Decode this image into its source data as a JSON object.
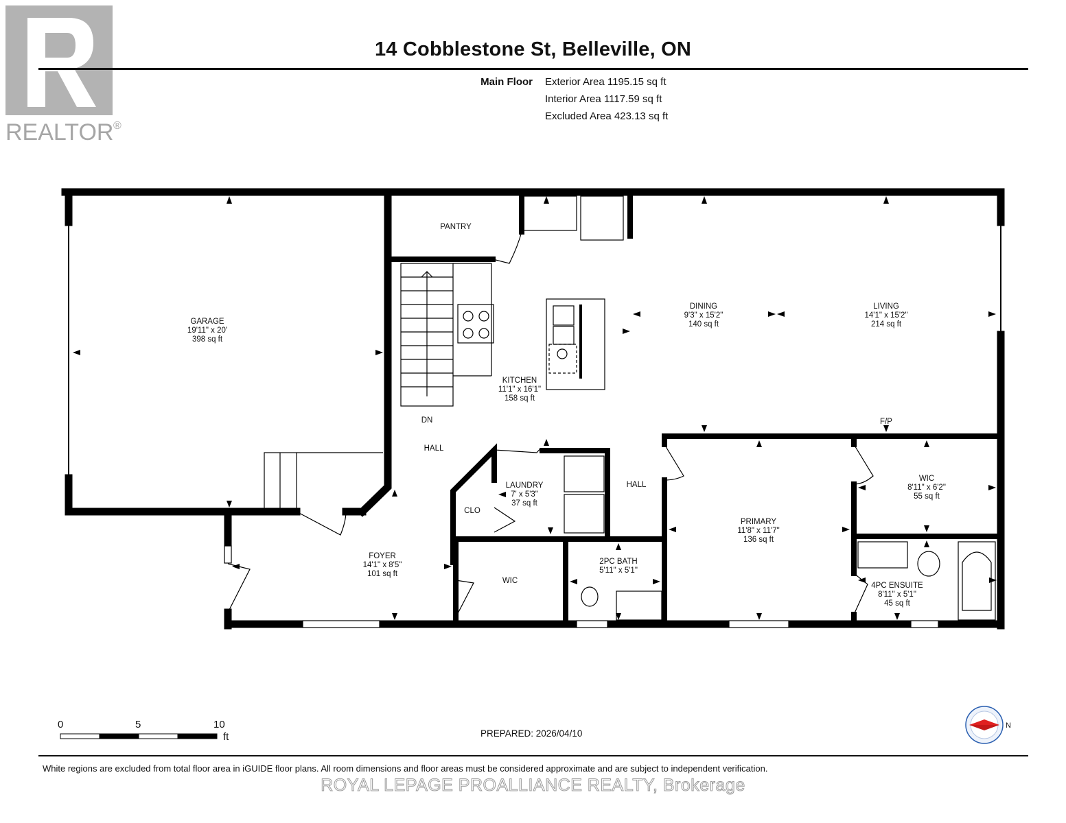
{
  "logo": {
    "text": "REALTOR",
    "mark": "®",
    "icon": "realtor-r-logo"
  },
  "header": {
    "title": "14 Cobblestone St, Belleville, ON",
    "floor_name": "Main Floor",
    "areas": [
      "Exterior Area 1195.15 sq ft",
      "Interior Area 1117.59 sq ft",
      "Excluded Area 423.13 sq ft"
    ]
  },
  "rooms": {
    "garage": {
      "name": "GARAGE",
      "dims": "19'11\" x 20'",
      "area": "398 sq ft"
    },
    "pantry": {
      "name": "PANTRY"
    },
    "kitchen": {
      "name": "KITCHEN",
      "dims": "11'1\" x 16'1\"",
      "area": "158 sq ft"
    },
    "dining": {
      "name": "DINING",
      "dims": "9'3\" x 15'2\"",
      "area": "140 sq ft"
    },
    "living": {
      "name": "LIVING",
      "dims": "14'1\" x 15'2\"",
      "area": "214 sq ft"
    },
    "dn": {
      "name": "DN"
    },
    "fp": {
      "name": "F/P"
    },
    "hall_left": {
      "name": "HALL"
    },
    "hall_right": {
      "name": "HALL"
    },
    "laundry": {
      "name": "LAUNDRY",
      "dims": "7' x 5'3\"",
      "area": "37 sq ft"
    },
    "clo": {
      "name": "CLO"
    },
    "foyer": {
      "name": "FOYER",
      "dims": "14'1\" x 8'5\"",
      "area": "101 sq ft"
    },
    "wic_left": {
      "name": "WIC"
    },
    "bath_2pc": {
      "name": "2PC BATH",
      "dims": "5'11\" x 5'1\""
    },
    "primary": {
      "name": "PRIMARY",
      "dims": "11'8\" x 11'7\"",
      "area": "136 sq ft"
    },
    "wic_right": {
      "name": "WIC",
      "dims": "8'11\" x 6'2\"",
      "area": "55 sq ft"
    },
    "ensuite_4pc": {
      "name": "4PC ENSUITE",
      "dims": "8'11\" x 5'1\"",
      "area": "45 sq ft"
    }
  },
  "scale": {
    "ticks": [
      "0",
      "5",
      "10"
    ],
    "unit": "ft"
  },
  "compass": {
    "label": "N",
    "icon": "compass-north-icon"
  },
  "footer": {
    "prepared": "PREPARED: 2026/04/10",
    "disclaimer": "White regions are excluded from total floor area in iGUIDE floor plans. All room dimensions and floor areas must be considered approximate and are subject to independent verification.",
    "brokerage": "ROYAL LEPAGE PROALLIANCE REALTY, Brokerage"
  }
}
